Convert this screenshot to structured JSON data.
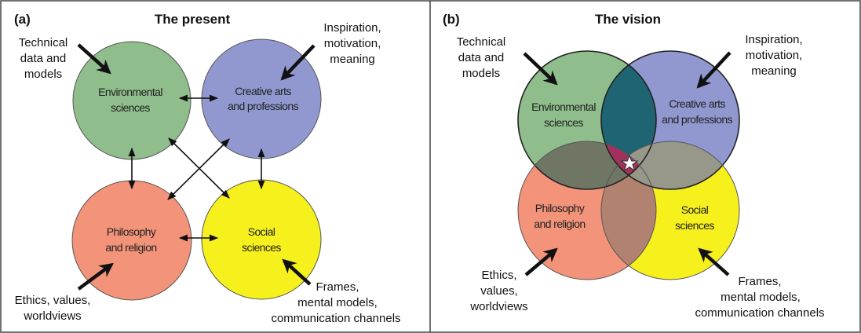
{
  "colors": {
    "environmental": "#8fbd8c",
    "creative": "#9198d0",
    "philosophy": "#f3937a",
    "social": "#f6f01c",
    "env_creative": "#1f6472",
    "env_phil": "#6f7663",
    "creative_social": "#97988a",
    "phil_social": "#b1826f",
    "center": "#a3305c"
  },
  "panel_a": {
    "letter": "(a)",
    "title": "The present",
    "circles": {
      "environmental": [
        "Environmental",
        "sciences"
      ],
      "creative": [
        "Creative arts",
        "and professions"
      ],
      "philosophy": [
        "Philosophy",
        "and religion"
      ],
      "social": [
        "Social",
        "sciences"
      ]
    },
    "inputs": {
      "technical": [
        "Technical",
        "data and",
        "models"
      ],
      "inspiration": [
        "Inspiration,",
        "motivation,",
        "meaning"
      ],
      "ethics": [
        "Ethics, values,",
        "worldviews"
      ],
      "frames": [
        "Frames,",
        "mental models,",
        "communication channels"
      ]
    }
  },
  "panel_b": {
    "letter": "(b)",
    "title": "The vision",
    "circles": {
      "environmental": [
        "Environmental",
        "sciences"
      ],
      "creative": [
        "Creative arts",
        "and professions"
      ],
      "philosophy": [
        "Philosophy",
        "and religion"
      ],
      "social": [
        "Social",
        "sciences"
      ]
    },
    "inputs": {
      "technical": [
        "Technical",
        "data and",
        "models"
      ],
      "inspiration": [
        "Inspiration,",
        "motivation,",
        "meaning"
      ],
      "ethics": [
        "Ethics,",
        "values,",
        "worldviews"
      ],
      "frames": [
        "Frames,",
        "mental models,",
        "communication channels"
      ]
    }
  }
}
